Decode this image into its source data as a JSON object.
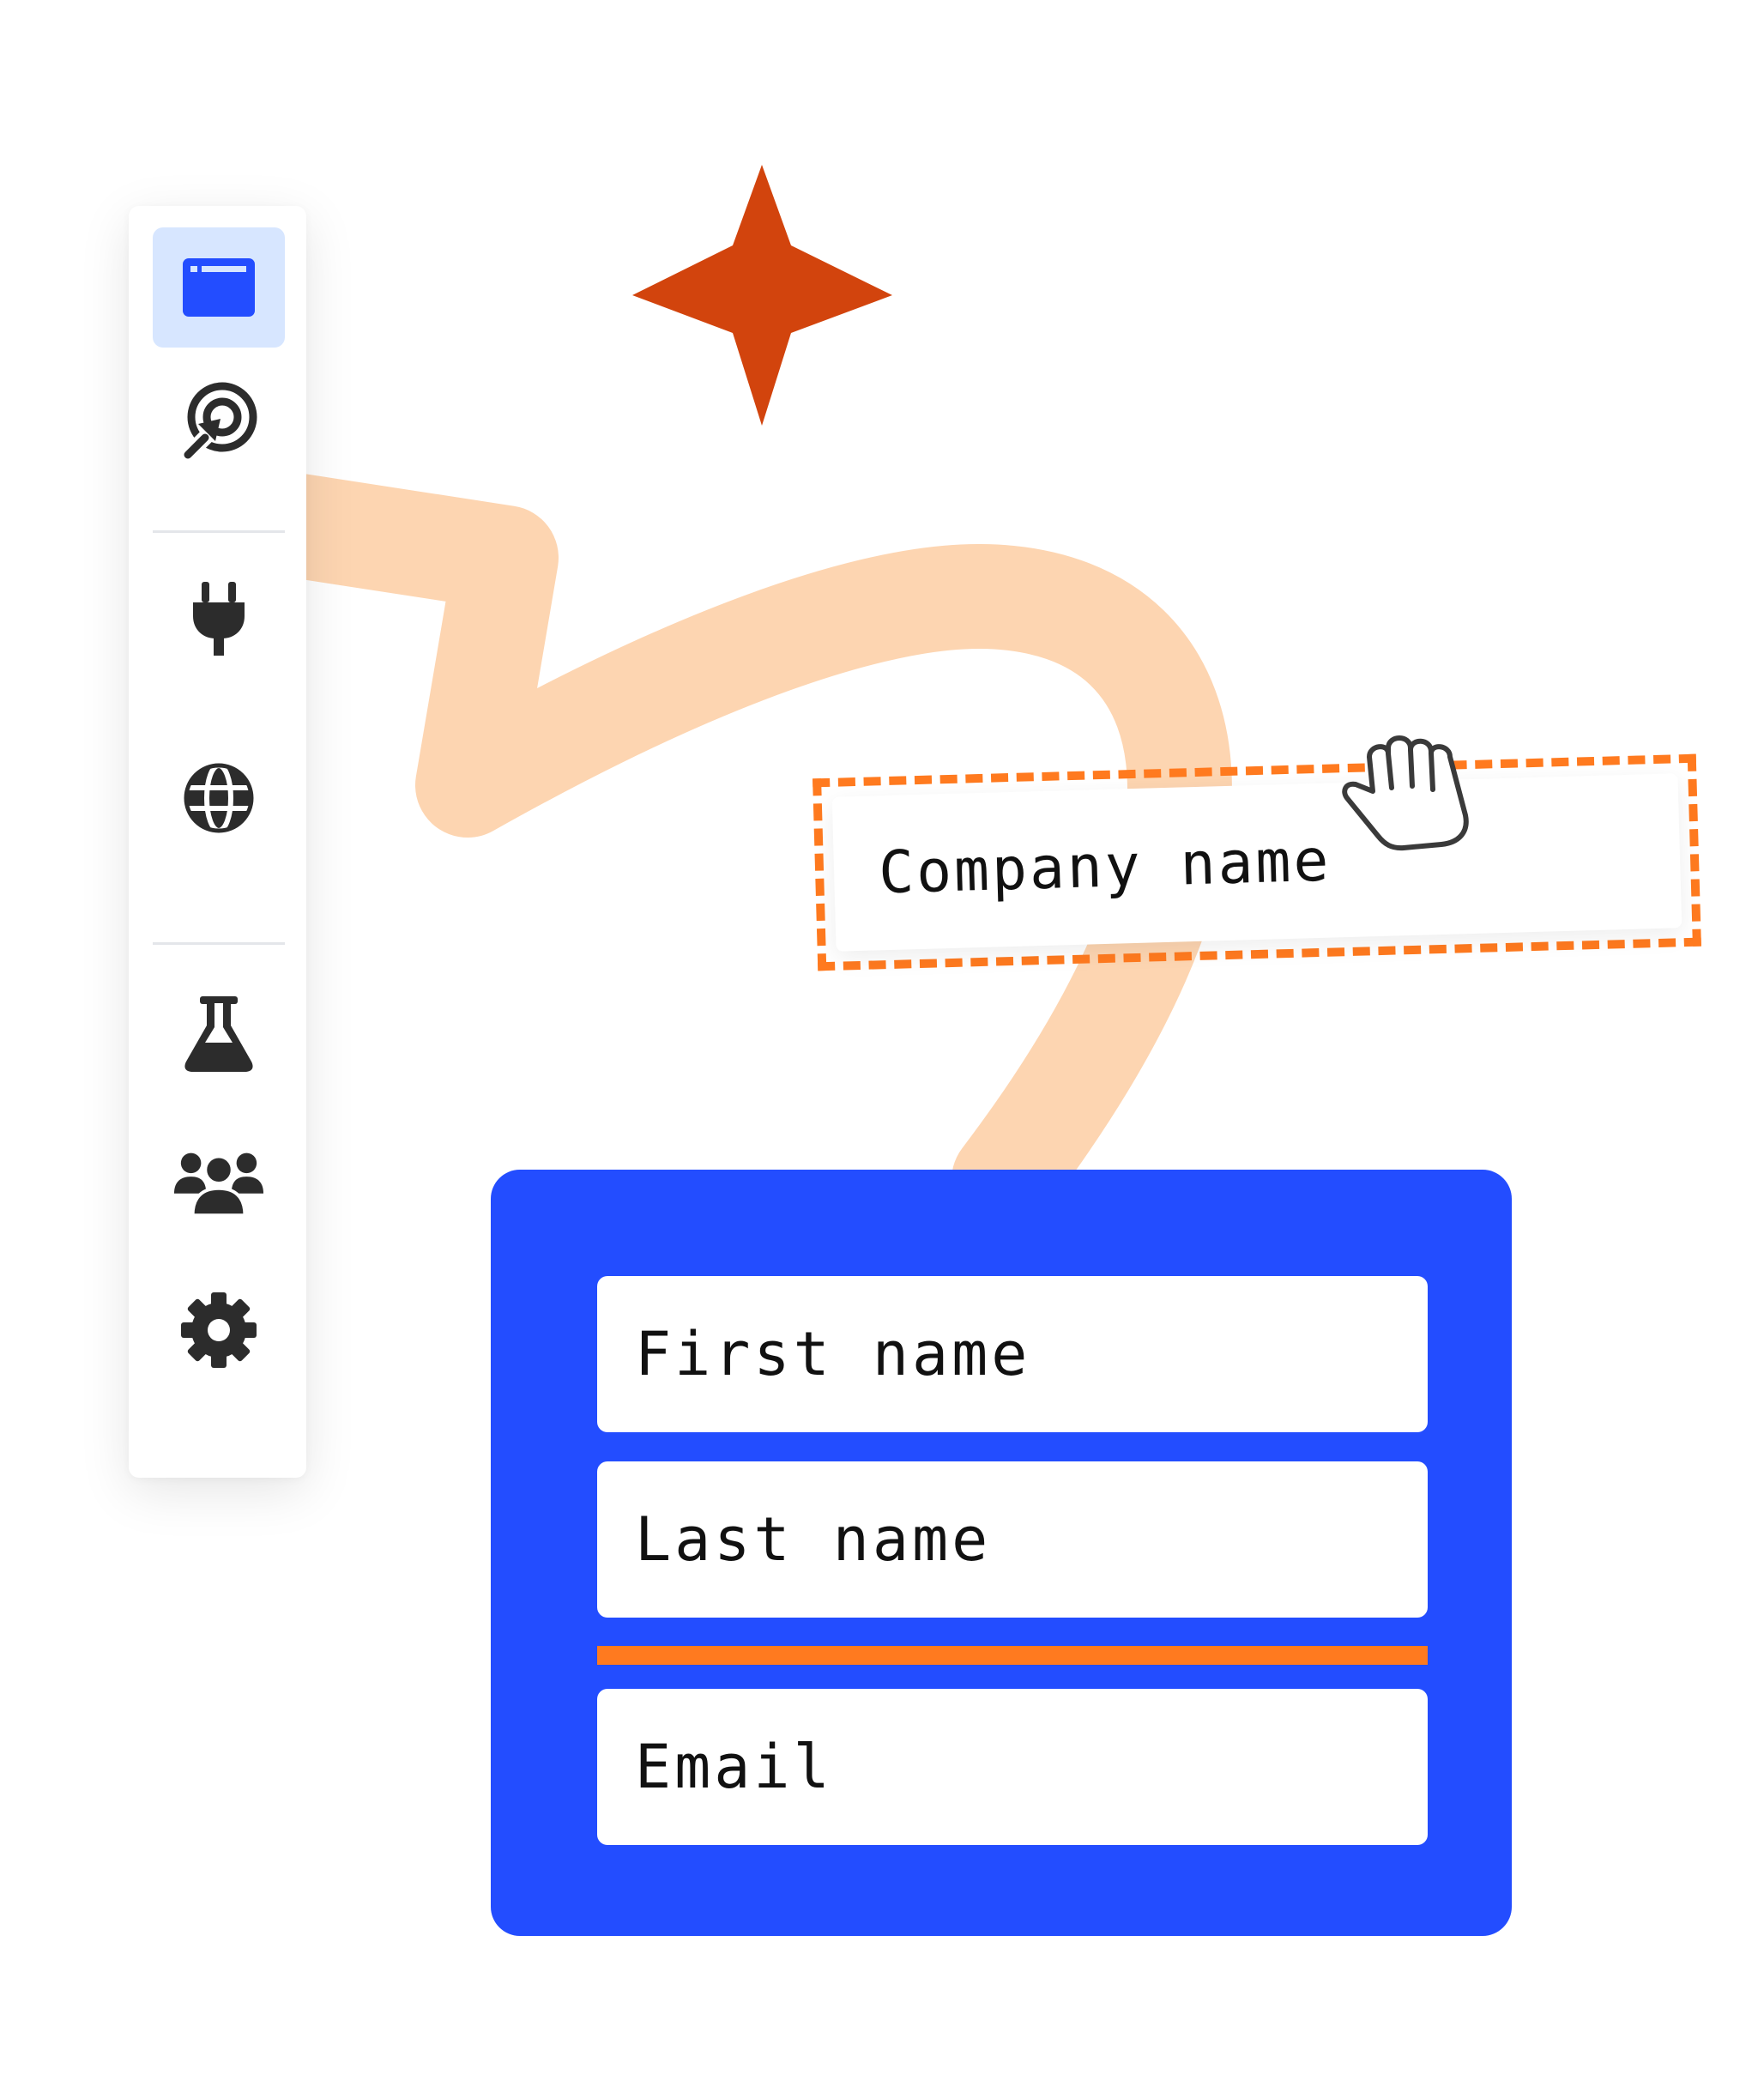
{
  "colors": {
    "accent_blue": "#234dff",
    "accent_orange": "#ff7a1f",
    "sparkle": "#d2440d",
    "path": "#fdd5b1",
    "sidebar_active_bg": "#d7e6ff",
    "icon_dark": "#2c2c2c"
  },
  "sidebar": {
    "items": [
      {
        "icon": "browser-window-icon",
        "active": true
      },
      {
        "icon": "target-cursor-icon",
        "active": false
      },
      {
        "icon": "plug-icon",
        "active": false
      },
      {
        "icon": "globe-icon",
        "active": false
      },
      {
        "icon": "flask-icon",
        "active": false
      },
      {
        "icon": "users-icon",
        "active": false
      },
      {
        "icon": "gear-icon",
        "active": false
      }
    ]
  },
  "dragged_field": {
    "label": "Company name",
    "cursor_icon": "grab-hand-icon"
  },
  "form": {
    "fields": [
      {
        "label": "First name"
      },
      {
        "label": "Last name"
      },
      {
        "label": "Email"
      }
    ],
    "drop_indicator": "orange-insert-bar"
  },
  "decor": {
    "sparkle_icon": "four-point-star-icon"
  }
}
